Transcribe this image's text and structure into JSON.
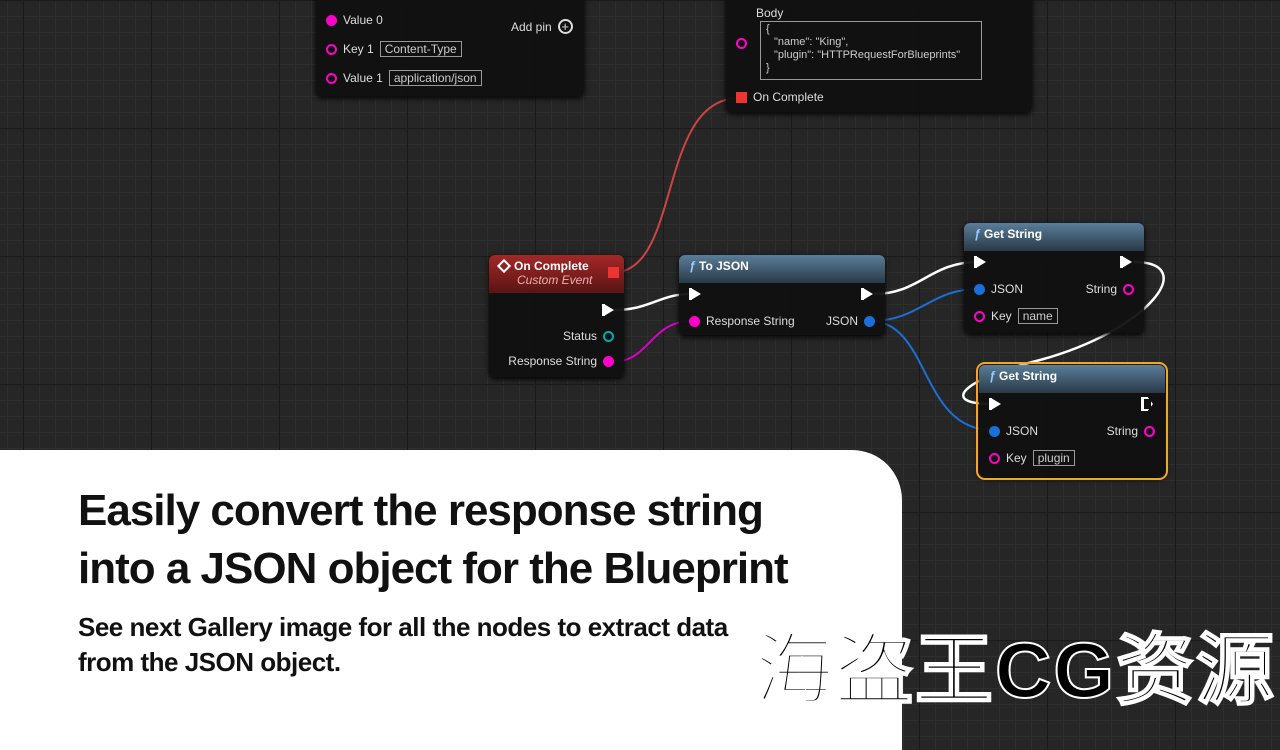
{
  "headers_node": {
    "value0": "Value 0",
    "key1": "Key 1",
    "key1_value": "Content-Type",
    "value1": "Value 1",
    "value1_value": "application/json",
    "add_pin": "Add pin"
  },
  "request_node": {
    "body_label": "Body",
    "body_lines": [
      "{",
      "\"name\": \"King\",",
      "\"plugin\": \"HTTPRequestForBlueprints\"",
      "}"
    ],
    "on_complete": "On Complete"
  },
  "event_node": {
    "title": "On Complete",
    "subtitle": "Custom Event",
    "status": "Status",
    "response": "Response String"
  },
  "to_json": {
    "title": "To JSON",
    "response": "Response String",
    "json": "JSON"
  },
  "get_string_1": {
    "title": "Get String",
    "json": "JSON",
    "string": "String",
    "key": "Key",
    "key_value": "name"
  },
  "get_string_2": {
    "title": "Get String",
    "json": "JSON",
    "string": "String",
    "key": "Key",
    "key_value": "plugin"
  },
  "caption": {
    "headline": "Easily convert the response string into a JSON object for the Blueprint",
    "sub": "See next Gallery image for all the nodes to extract data from the JSON object."
  },
  "watermark": "海盗王CG资源"
}
